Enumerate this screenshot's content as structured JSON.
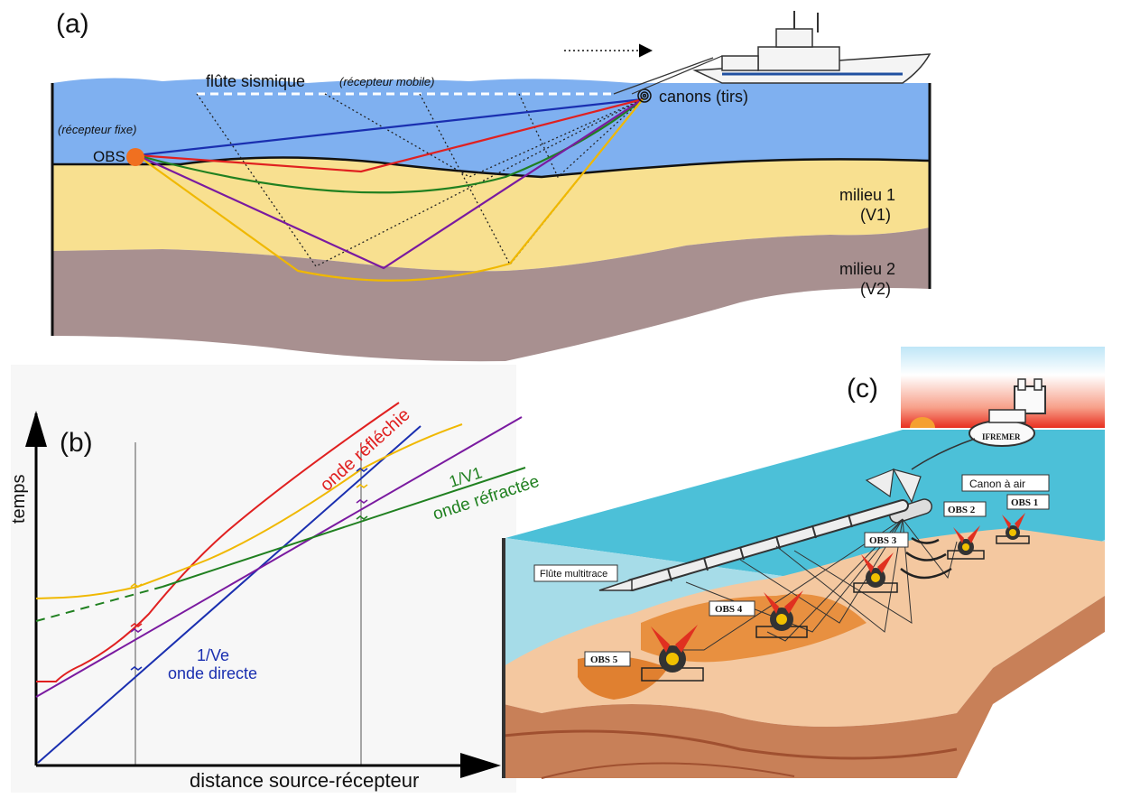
{
  "panel_a": {
    "tag": "(a)",
    "streamer": "flûte sismique",
    "streamer_note": "(récepteur mobile)",
    "guns": "canons (tirs)",
    "fixed_note": "(récepteur fixe)",
    "obs": "OBS",
    "medium1": "milieu 1",
    "medium1_v": "(V1)",
    "medium2": "milieu 2",
    "medium2_v": "(V2)",
    "colors": {
      "water": "#7fb0f0",
      "layer1": "#f8e090",
      "layer2": "#a89090",
      "direct": "#1a2fb0",
      "reflected": "#e02020",
      "refracted": "#208020",
      "wide": "#7a1aa0",
      "yellow": "#f0b800"
    }
  },
  "panel_b": {
    "tag": "(b)",
    "ylabel": "temps",
    "xlabel": "distance source-récepteur",
    "reflected": "onde réfléchie",
    "refracted_v": "1/V1",
    "refracted": "onde réfractée",
    "direct_v": "1/Ve",
    "direct": "onde directe"
  },
  "panel_c": {
    "tag": "(c)",
    "ship": "IFREMER",
    "airgun": "Canon à air",
    "streamer": "Flûte multitrace",
    "obs_labels": [
      "OBS 1",
      "OBS 2",
      "OBS 3",
      "OBS 4",
      "OBS 5"
    ]
  }
}
